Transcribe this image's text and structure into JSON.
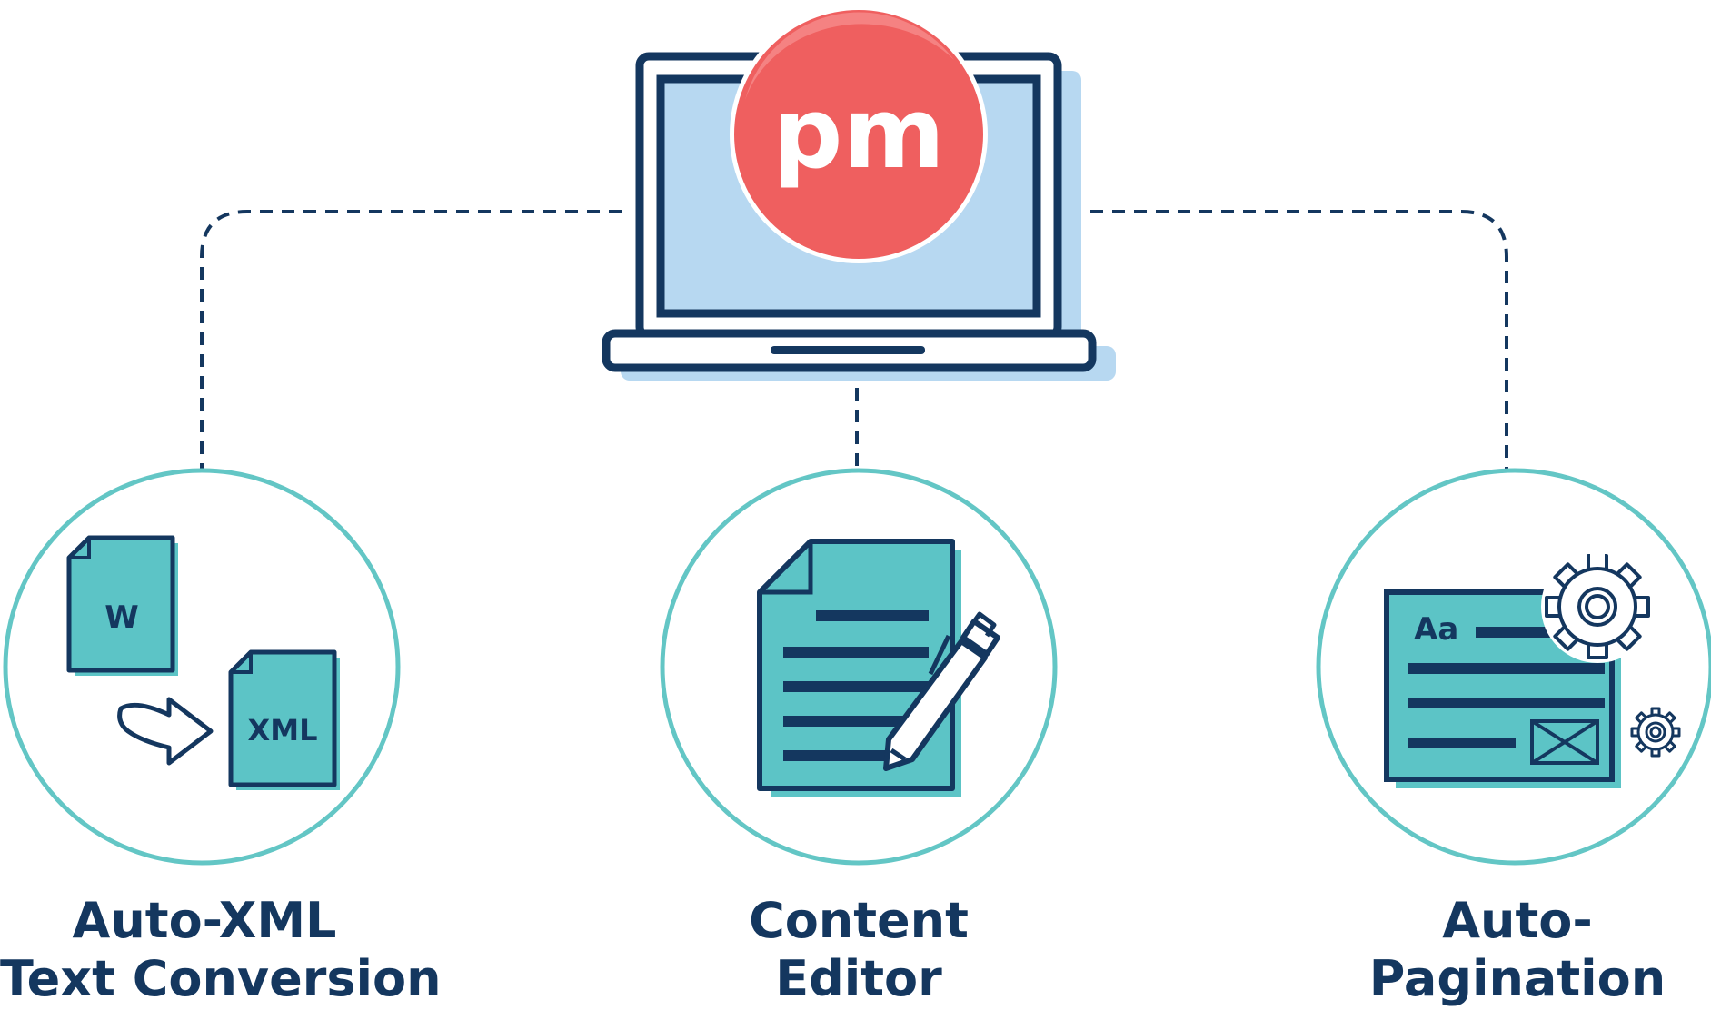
{
  "logo": {
    "text": "pm"
  },
  "features": [
    {
      "line1": "Auto-XML",
      "line2": "Text Conversion"
    },
    {
      "line1": "Content",
      "line2": "Editor"
    },
    {
      "line1": "Auto-",
      "line2": "Pagination"
    }
  ],
  "icons": {
    "word_doc": "W",
    "xml_doc": "XML",
    "font_sample": "Aa"
  },
  "colors": {
    "navy": "#14375f",
    "teal": "#5cc4c6",
    "light_blue": "#b7d8f1",
    "logo_red": "#ef5f5f",
    "circle_outline": "#63c6c5"
  }
}
